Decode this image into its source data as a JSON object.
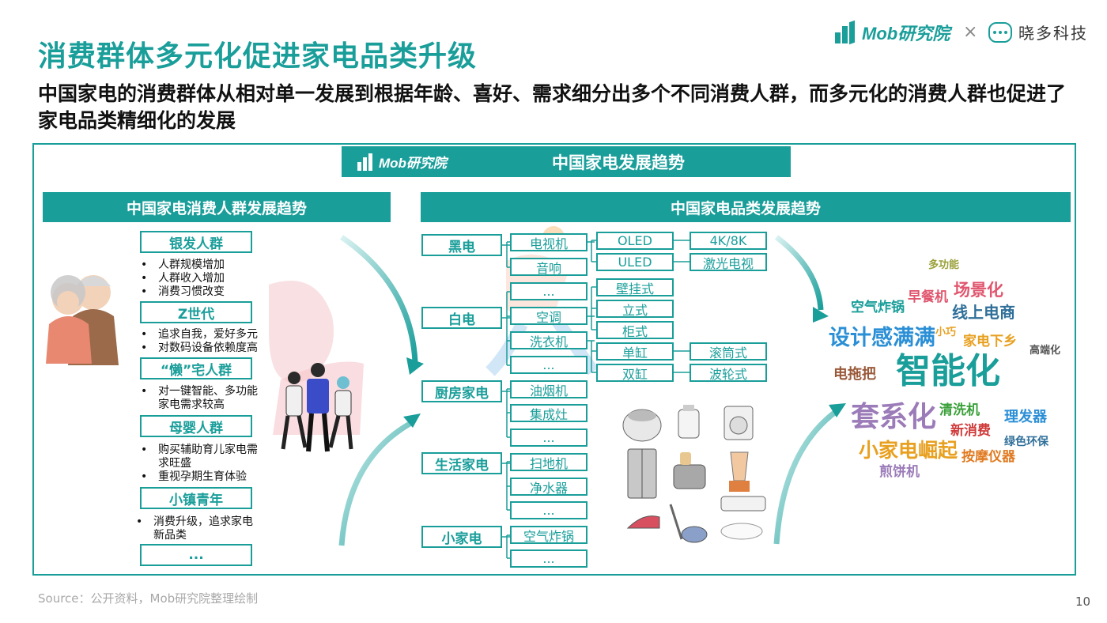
{
  "header": {
    "title": "消费群体多元化促进家电品类升级",
    "subtitle": "中国家电的消费群体从相对单一发展到根据年龄、喜好、需求细分出多个不同消费人群，而多元化的消费人群也促进了家电品类精细化的发展",
    "logo_mob": "Mob研究院",
    "logo_separator": "×",
    "logo_partner": "晓多科技"
  },
  "banner": {
    "logo": "Mob研究院",
    "title": "中国家电发展趋势"
  },
  "left_panel": {
    "heading": "中国家电消费人群发展趋势",
    "groups": [
      {
        "name": "银发人群",
        "bullets": [
          "人群规模增加",
          "人群收入增加",
          "消费习惯改变"
        ]
      },
      {
        "name": "Z世代",
        "bullets": [
          "追求自我，爱好多元",
          "对数码设备依赖度高"
        ]
      },
      {
        "name": "“懒”宅人群",
        "bullets": [
          "对一键智能、多功能",
          "家电需求较高"
        ]
      },
      {
        "name": "母婴人群",
        "bullets": [
          "购买辅助育儿家电需",
          "求旺盛",
          "重视孕期生育体验"
        ]
      },
      {
        "name": "小镇青年",
        "bullets": [
          "消费升级，追求家电",
          "新品类"
        ]
      },
      {
        "name": "...",
        "bullets": []
      }
    ]
  },
  "right_panel": {
    "heading": "中国家电品类发展趋势",
    "categories": [
      "黑电",
      "白电",
      "厨房家电",
      "生活家电",
      "小家电"
    ],
    "items": [
      "电视机",
      "音响",
      "...",
      "空调",
      "洗衣机",
      "...",
      "油烟机",
      "集成灶",
      "...",
      "扫地机",
      "净水器",
      "...",
      "空气炸锅",
      "..."
    ],
    "sub_items": {
      "tv": [
        "OLED",
        "ULED"
      ],
      "tv_detail": [
        "4K/8K",
        "激光电视"
      ],
      "ac": [
        "壁挂式",
        "立式",
        "柜式"
      ],
      "washer": [
        "单缸",
        "双缸"
      ],
      "washer_detail": [
        "滚筒式",
        "波轮式"
      ]
    },
    "word_cloud": [
      {
        "text": "多功能",
        "color": "#9aa03a"
      },
      {
        "text": "空气炸锅",
        "color": "#1a9e9a"
      },
      {
        "text": "早餐机",
        "color": "#e0566e"
      },
      {
        "text": "场景化",
        "color": "#e0566e"
      },
      {
        "text": "线上电商",
        "color": "#2f6f99"
      },
      {
        "text": "设计感满满",
        "color": "#2b8fd6"
      },
      {
        "text": "小巧",
        "color": "#e8a020"
      },
      {
        "text": "家电下乡",
        "color": "#e8a020"
      },
      {
        "text": "高端化",
        "color": "#555555"
      },
      {
        "text": "电拖把",
        "color": "#9a5a3a"
      },
      {
        "text": "智能化",
        "color": "#1a9e9a"
      },
      {
        "text": "套系化",
        "color": "#9b7bb8"
      },
      {
        "text": "清洗机",
        "color": "#3aa03a"
      },
      {
        "text": "理发器",
        "color": "#2b8fd6"
      },
      {
        "text": "新消费",
        "color": "#d03a3a"
      },
      {
        "text": "绿色环保",
        "color": "#2f6f99"
      },
      {
        "text": "小家电崛起",
        "color": "#e8a020"
      },
      {
        "text": "按摩仪器",
        "color": "#e07a20"
      },
      {
        "text": "煎饼机",
        "color": "#9b7bb8"
      }
    ]
  },
  "footer": {
    "source": "Source：公开资料，Mob研究院整理绘制",
    "page": "10"
  },
  "colors": {
    "accent": "#1a9e9a"
  }
}
